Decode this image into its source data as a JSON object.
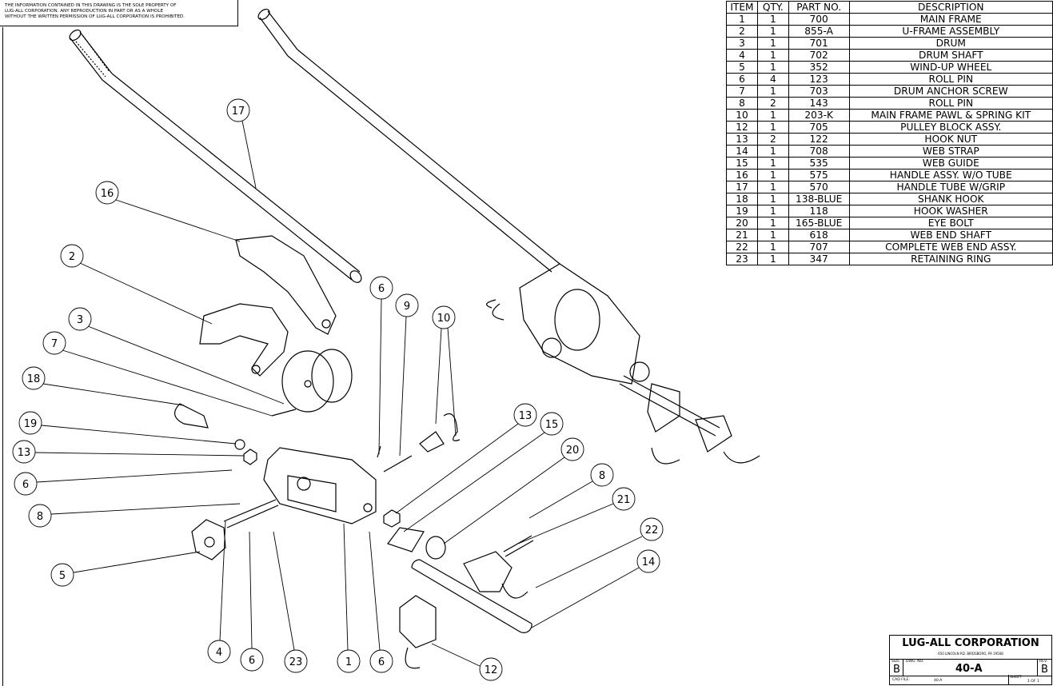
{
  "notice": {
    "lines": [
      "THE INFORMATION CONTAINED IN THIS DRAWING IS THE SOLE PROPERTY OF",
      "LUG-ALL CORPORATION.  ANY REPRODUCTION IN PART OR AS A WHOLE",
      "WITHOUT THE WRITTEN PERMISSION OF LUG-ALL CORPORATION IS PROHIBITED."
    ]
  },
  "bom": {
    "headers": [
      "ITEM",
      "QTY.",
      "PART NO.",
      "DESCRIPTION"
    ],
    "rows": [
      [
        "1",
        "1",
        "700",
        "MAIN FRAME"
      ],
      [
        "2",
        "1",
        "855-A",
        "U-FRAME ASSEMBLY"
      ],
      [
        "3",
        "1",
        "701",
        "DRUM"
      ],
      [
        "4",
        "1",
        "702",
        "DRUM SHAFT"
      ],
      [
        "5",
        "1",
        "352",
        "WIND-UP WHEEL"
      ],
      [
        "6",
        "4",
        "123",
        "ROLL PIN"
      ],
      [
        "7",
        "1",
        "703",
        "DRUM ANCHOR SCREW"
      ],
      [
        "8",
        "2",
        "143",
        "ROLL PIN"
      ],
      [
        "10",
        "1",
        "203-K",
        "MAIN FRAME PAWL & SPRING KIT"
      ],
      [
        "12",
        "1",
        "705",
        "PULLEY BLOCK ASSY."
      ],
      [
        "13",
        "2",
        "122",
        "HOOK NUT"
      ],
      [
        "14",
        "1",
        "708",
        "WEB STRAP"
      ],
      [
        "15",
        "1",
        "535",
        "WEB GUIDE"
      ],
      [
        "16",
        "1",
        "575",
        "HANDLE ASSY. W/O TUBE"
      ],
      [
        "17",
        "1",
        "570",
        "HANDLE TUBE W/GRIP"
      ],
      [
        "18",
        "1",
        "138-BLUE",
        "SHANK HOOK"
      ],
      [
        "19",
        "1",
        "118",
        "HOOK WASHER"
      ],
      [
        "20",
        "1",
        "165-BLUE",
        "EYE BOLT"
      ],
      [
        "21",
        "1",
        "618",
        "WEB END SHAFT"
      ],
      [
        "22",
        "1",
        "707",
        "COMPLETE WEB END ASSY."
      ],
      [
        "23",
        "1",
        "347",
        "RETAINING RING"
      ]
    ]
  },
  "balloons": [
    "17",
    "16",
    "2",
    "3",
    "7",
    "18",
    "19",
    "13",
    "6",
    "8",
    "5",
    "4",
    "6",
    "23",
    "1",
    "6",
    "6",
    "9",
    "10",
    "13",
    "15",
    "20",
    "8",
    "21",
    "22",
    "14",
    "12"
  ],
  "title_block": {
    "company": "LUG-ALL CORPORATION",
    "address": "650 LINCOLN RD. BIRDSBORO, PA 19508",
    "size_label": "SIZE",
    "size": "B",
    "dwg_no_label": "DWG. NO.",
    "dwg_no": "40-A",
    "rev_label": "REV.",
    "rev": "B",
    "cad_file_label": "CAD FILE:",
    "cad_file": "40-A",
    "sheet_label": "SHEET",
    "sheet": "1 OF 1"
  }
}
